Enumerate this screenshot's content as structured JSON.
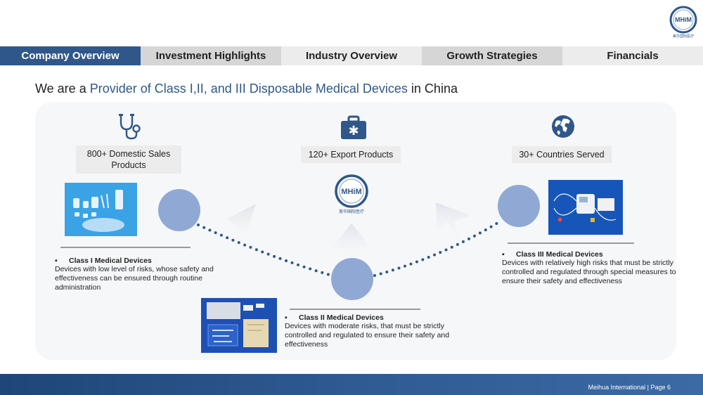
{
  "logo": {
    "mark": "MHiM",
    "subtext": "美华国际医疗"
  },
  "nav": {
    "tabs": [
      {
        "label": "Company Overview"
      },
      {
        "label": "Investment Highlights"
      },
      {
        "label": "Industry Overview"
      },
      {
        "label": "Growth Strategies"
      },
      {
        "label": "Financials"
      }
    ]
  },
  "headline": {
    "prefix": "We are a ",
    "accent": "Provider of Class I,II, and III Disposable Medical Devices",
    "suffix": " in China"
  },
  "stats": {
    "domestic_line1": "800+ Domestic Sales",
    "domestic_line2": "Products",
    "export": "120+ Export Products",
    "countries": "30+ Countries Served"
  },
  "center_logo": {
    "mark": "MHiM",
    "subtext": "美华国际医疗"
  },
  "classes": {
    "class1": {
      "bullet": "▪",
      "title": "Class I Medical Devices",
      "body": "Devices with low level of risks, whose safety and effectiveness can be ensured through routine administration"
    },
    "class2": {
      "bullet": "▪",
      "title": "Class II Medical Devices",
      "body": "Devices with moderate risks, that must be strictly controlled and regulated to ensure their safety and effectiveness"
    },
    "class3": {
      "bullet": "▪",
      "title": "Class III Medical Devices",
      "body": "Devices with relatively high risks that must be strictly controlled and regulated through special measures to ensure their safety and effectiveness"
    }
  },
  "footer": {
    "text": "Meihua International | Page 6"
  },
  "colors": {
    "brand": "#2f578a",
    "circle": "#8fa9d4",
    "photo": "#1f66c6",
    "footer": "#2a5288"
  },
  "icons": {
    "stethoscope": "stethoscope-icon",
    "medkit": "medical-kit-icon",
    "globe": "globe-icon",
    "arrow": "arrow-up-icon"
  }
}
